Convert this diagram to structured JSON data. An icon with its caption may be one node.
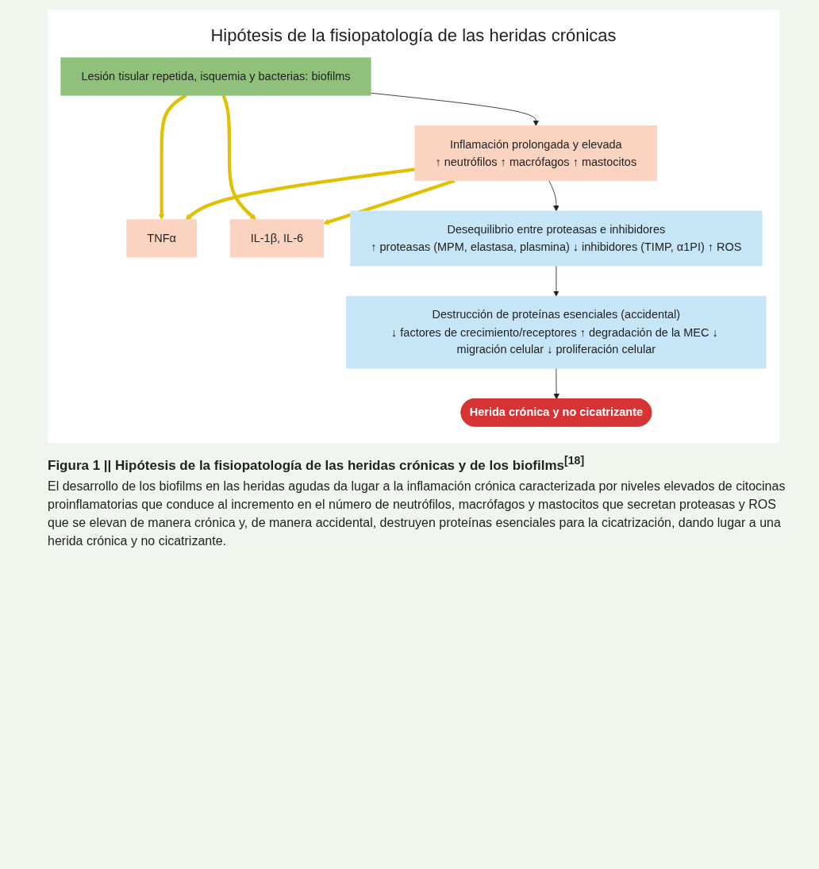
{
  "diagram": {
    "title": "Hipótesis de la fisiopatología de las heridas crónicas",
    "caption": "Figura 1 || Hipótesis de la fisiopatología de las heridas crónicas y de los biofilms$^{[18]}$",
    "nodes": [
      {
        "text": [
          "Lesión tisular repetida, isquemia y bacterias: biofilms"
        ]
      },
      {
        "text": [
          "TNFα"
        ]
      },
      {
        "text": [
          "IL-1β, IL-6"
        ]
      },
      {
        "text": [
          "Inflamación prolongada y elevada",
          "↑ neutrófilos ↑ macrófagos ↑ mastocitos"
        ]
      },
      {
        "text": [
          "Desequilibrio entre proteasas e inhibidores",
          "↑ proteasas (MPM, elastasa, plasmina) ↓ inhibidores (TIMP, α1PI) ↑ ROS"
        ]
      },
      {
        "text": [
          "Destrucción de proteínas esenciales (accidental)",
          "↓ factores de crecimiento/receptores ↑ degradación de la MEC ↓ migración celular ↓ proliferación celular"
        ]
      },
      {
        "text": [
          "Herida crónica y no cicatrizante"
        ]
      }
    ],
    "edges": [
      {
        "from": 0,
        "to": 3,
        "arrow": "to"
      },
      {
        "from": 0,
        "to": 1,
        "arrow": "to",
        "style": "thick",
        "color": "#e0c000"
      },
      {
        "from": 0,
        "to": 2,
        "arrow": "to",
        "style": "thick",
        "color": "#e0c000"
      },
      {
        "from": 3,
        "to": 1,
        "arrow": "to",
        "style": "thick",
        "color": "#e0c000"
      },
      {
        "from": 3,
        "to": 2,
        "arrow": "to",
        "style": "thick",
        "color": "#e0c000"
      },
      {
        "from": 3,
        "to": 4,
        "arrow": "to"
      },
      {
        "from": 4,
        "to": 5,
        "arrow": "to"
      },
      {
        "from": 5,
        "to": 6,
        "arrow": "to"
      }
    ],
    "labels": [
      "El desarrollo de los biofilms en las heridas agudas da lugar a la inflamación crónica caracterizada por niveles elevados de citocinas proinflamatorias que conduce al incremento en el número de neutrófilos, macrófagos y mastocitos que secretan proteasas y ROS que se elevan de manera crónica y, de manera accidental, destruyen proteínas esenciales para la cicatrización, dando lugar a una herida crónica y no cicatrizante."
    ]
  }
}
